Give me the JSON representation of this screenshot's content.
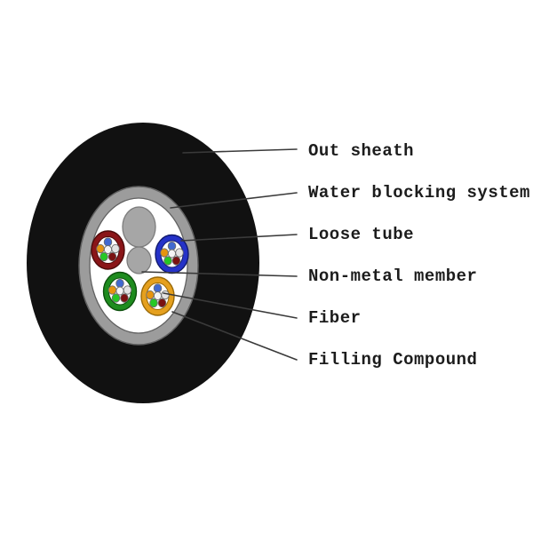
{
  "diagram": {
    "type": "fiber-optic-cable-cross-section",
    "labels": [
      {
        "text": "Out sheath",
        "points_to": "black outer sheath"
      },
      {
        "text": "Water blocking system",
        "points_to": "gray ring around core"
      },
      {
        "text": "Loose tube",
        "points_to": "blue loose tube"
      },
      {
        "text": "Non-metal member",
        "points_to": "gray center member"
      },
      {
        "text": "Fiber",
        "points_to": "fiber dot inside orange tube"
      },
      {
        "text": "Filling Compound",
        "points_to": "white filling between tubes"
      }
    ]
  },
  "colors": {
    "background": "#ffffff",
    "sheath": "#111111",
    "ring_gray": "#9c9c9c",
    "ring_outline": "#616161",
    "core_white": "#ffffff",
    "member_gray": "#a6a6a6",
    "member_outline": "#7c7c7c",
    "tube_red": "#8a1518",
    "tube_red_outline": "#4e0b0b",
    "tube_blue": "#2532c8",
    "tube_blue_outline": "#121b6e",
    "tube_green": "#1e8c1e",
    "tube_green_outline": "#0d4f0d",
    "tube_orange": "#e5a01e",
    "tube_orange_outline": "#996908",
    "tube_inner_white": "#ffffff",
    "fiber_blue": "#4169d0",
    "fiber_orange": "#e6940f",
    "fiber_white": "#e3e3e3",
    "fiber_green": "#25c825",
    "fiber_red": "#7a1111",
    "fiber_center": "#f5f5f5",
    "fiber_outline": "#6f6f6f",
    "leader_line": "#3a3a3a",
    "label_text": "#1c1c1c"
  }
}
